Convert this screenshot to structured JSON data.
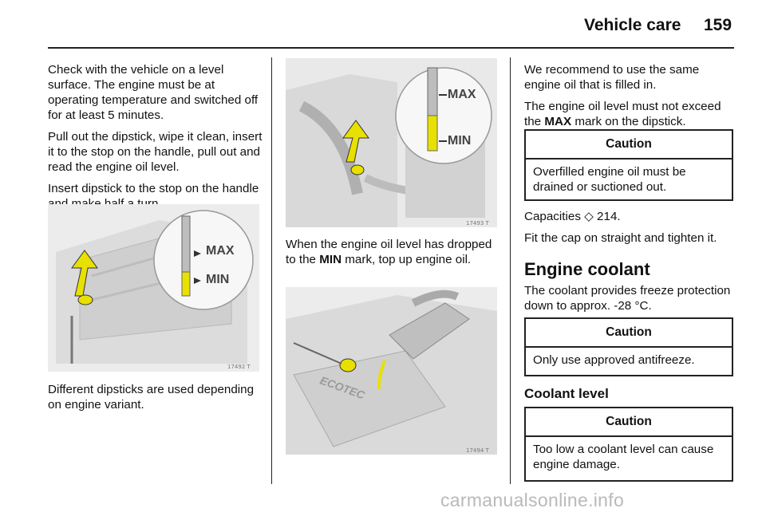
{
  "header": {
    "title": "Vehicle care",
    "page_number": "159"
  },
  "left_column": {
    "paragraphs": [
      "Check with the vehicle on a level surface. The engine must be at operating temperature and switched off for at least 5 minutes.",
      "Pull out the dipstick, wipe it clean, insert it to the stop on the handle, pull out and read the engine oil level.",
      "Insert dipstick to the stop on the handle and make half a turn."
    ],
    "figure": {
      "number": "17492 T",
      "max_label": "MAX",
      "min_label": "MIN"
    },
    "caption": "Different dipsticks are used depending on engine variant."
  },
  "middle_column": {
    "figure_top": {
      "number": "17493 T",
      "max_label": "MAX",
      "min_label": "MIN"
    },
    "paragraph": {
      "before": "When the engine oil level has dropped to the ",
      "bold": "MIN",
      "after": " mark, top up engine oil."
    },
    "figure_bottom": {
      "number": "17494 T",
      "engine_label": "ECOTEC"
    }
  },
  "right_column": {
    "paragraph_1": "We recommend to use the same engine oil that is filled in.",
    "paragraph_2": {
      "before": "The engine oil level must not exceed the ",
      "bold": "MAX",
      "after": " mark on the dipstick."
    },
    "caution_1": {
      "heading": "Caution",
      "text": "Overfilled engine oil must be drained or suctioned out."
    },
    "capacities": {
      "label": "Capacities ",
      "ref_symbol": "◇",
      "page": " 214."
    },
    "paragraph_3": "Fit the cap on straight and tighten it.",
    "section_heading": "Engine coolant",
    "coolant_text": "The coolant provides freeze protection down to approx. -28 °C.",
    "caution_2": {
      "heading": "Caution",
      "text": "Only use approved antifreeze."
    },
    "subheading": "Coolant level",
    "caution_3": {
      "heading": "Caution",
      "text": "Too low a coolant level can cause engine damage."
    }
  },
  "watermark": "carmanualsonline.info",
  "colors": {
    "accent_yellow": "#e8e000",
    "text": "#111111",
    "rule": "#222222"
  }
}
